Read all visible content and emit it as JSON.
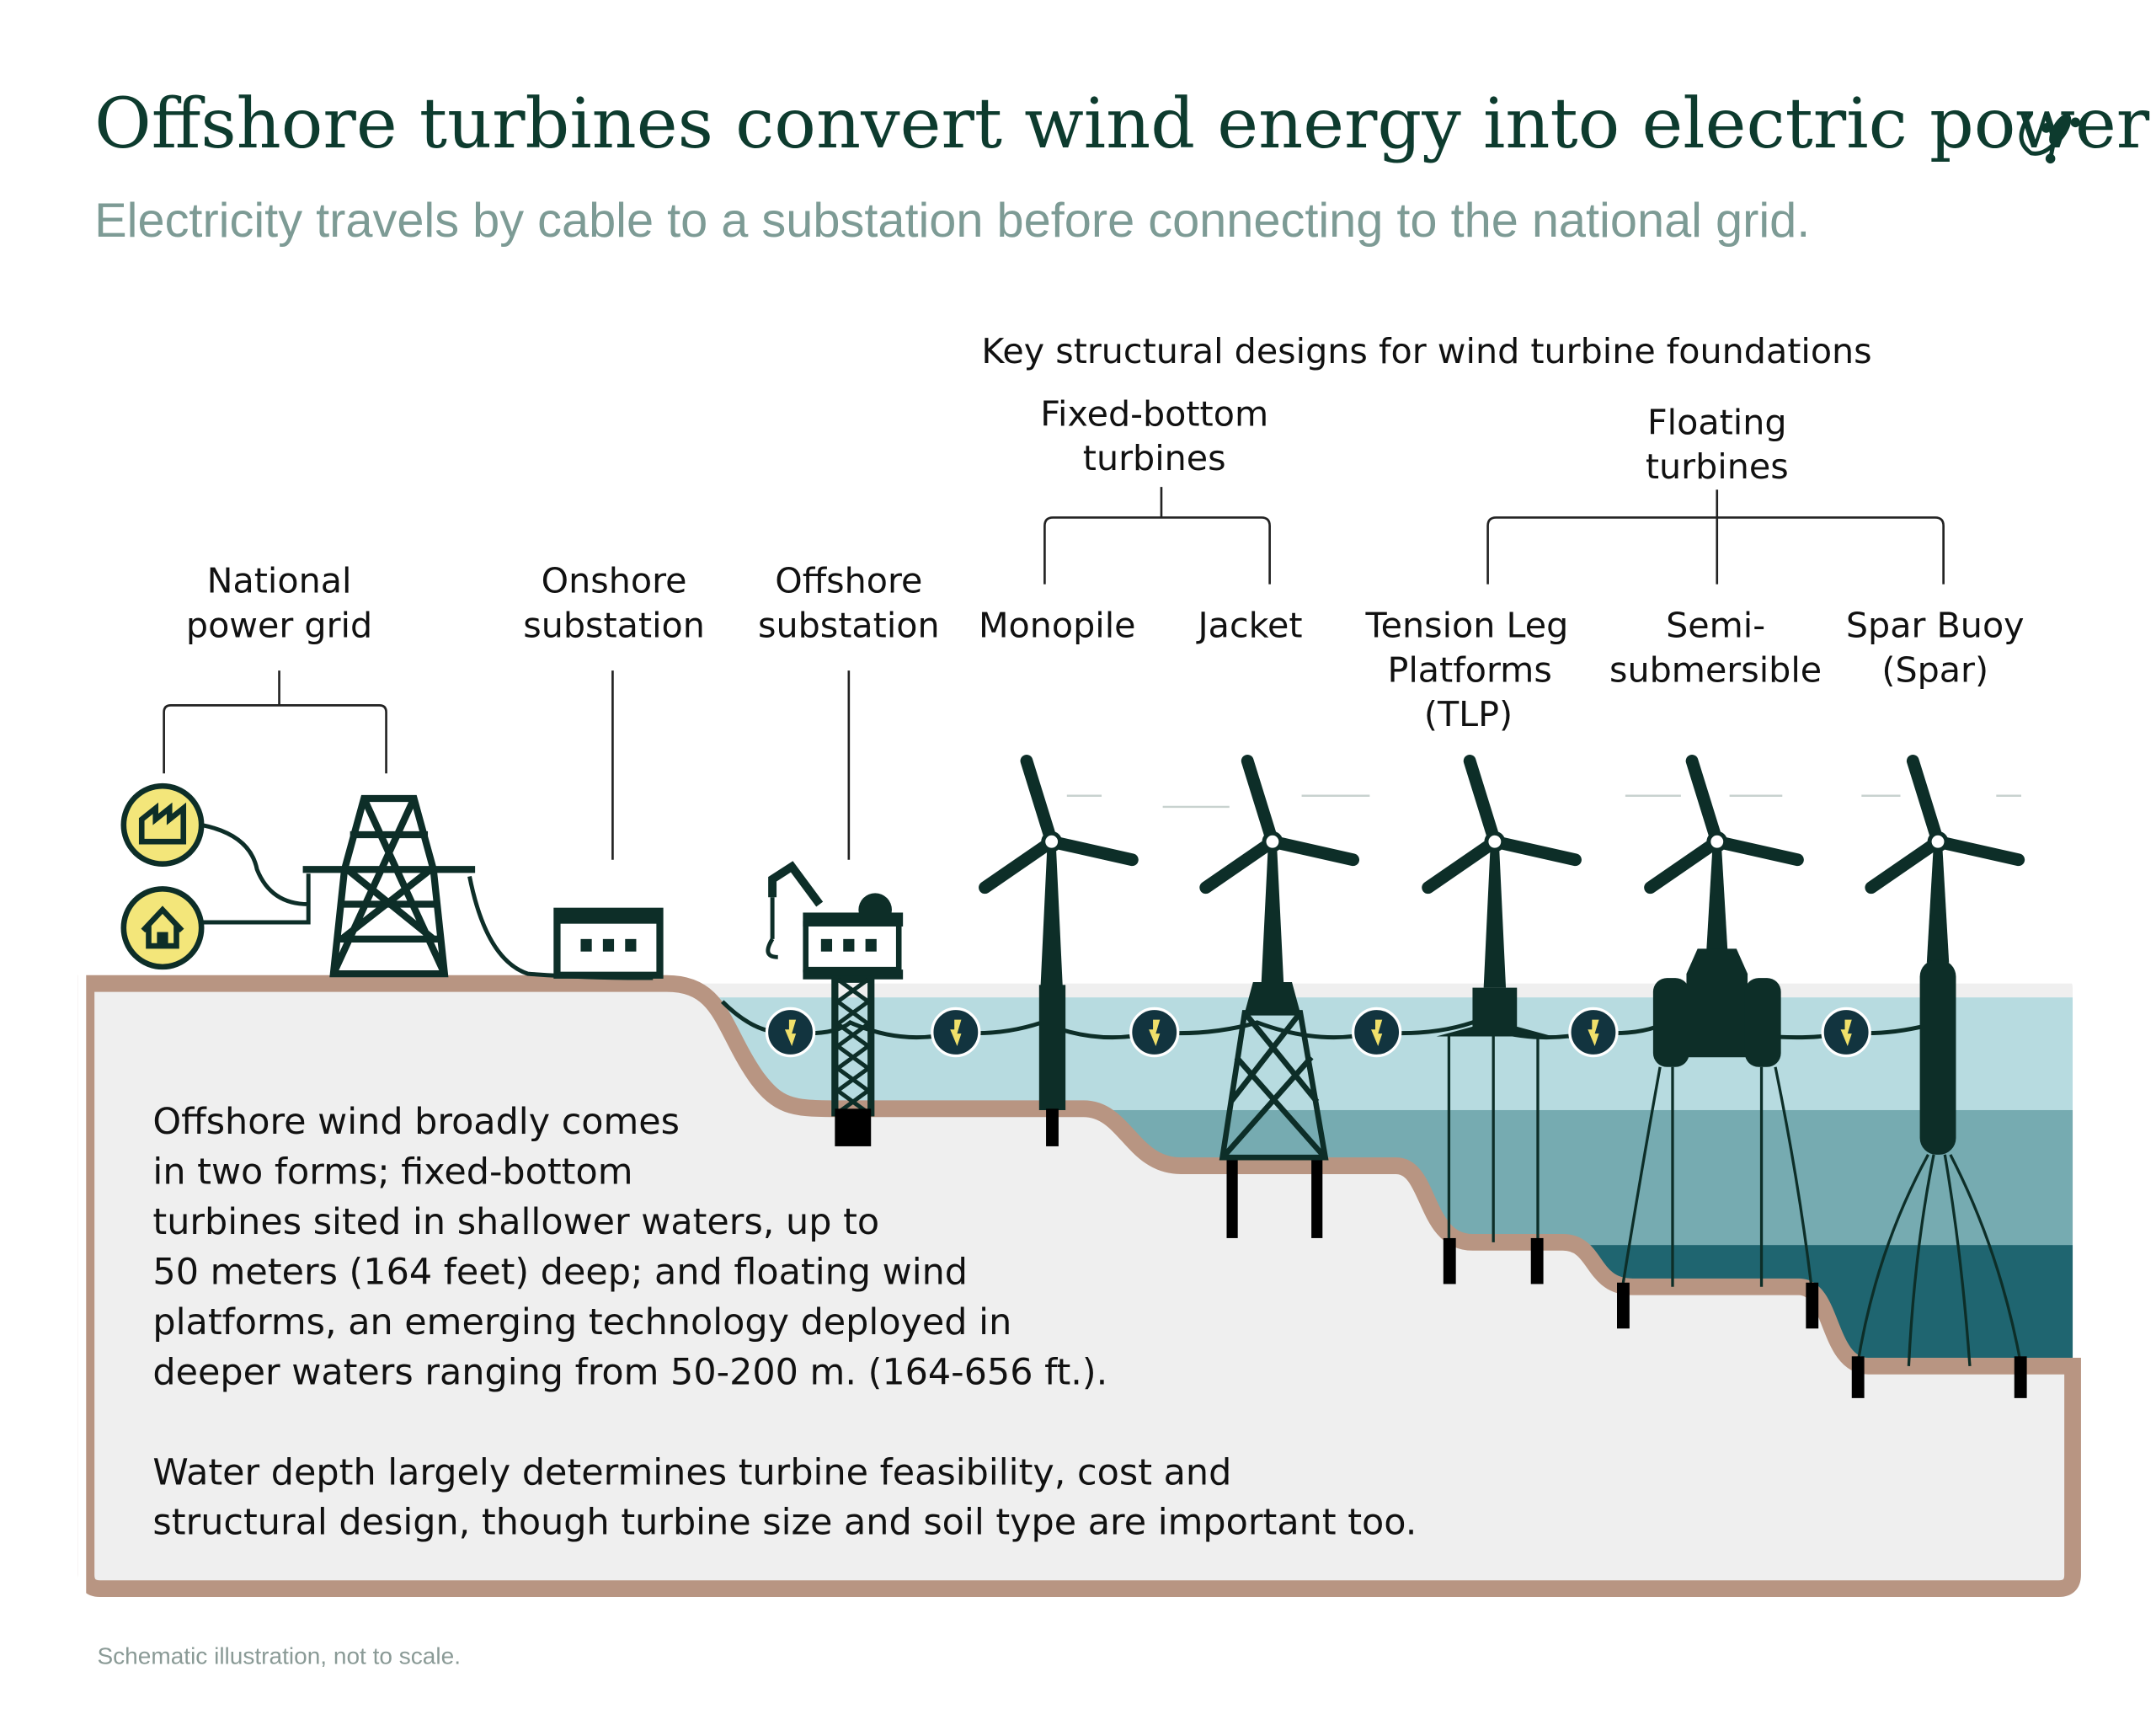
{
  "title": "Offshore turbines convert wind energy into electric power",
  "subtitle": "Electricity travels by cable to a substation before connecting to the national grid.",
  "key_heading": "Key structural designs for wind turbine foundations",
  "groups": {
    "fixed": [
      "Fixed-bottom",
      "turbines"
    ],
    "floating": [
      "Floating",
      "turbines"
    ]
  },
  "labels": {
    "grid": [
      "National",
      "power grid"
    ],
    "onshore": [
      "Onshore",
      "substation"
    ],
    "offshore": [
      "Offshore",
      "substation"
    ],
    "monopile": [
      "Monopile"
    ],
    "jacket": [
      "Jacket"
    ],
    "tlp": [
      "Tension Leg",
      "Platforms",
      "(TLP)"
    ],
    "semi": [
      "Semi-",
      "submersible"
    ],
    "spar": [
      "Spar Buoy",
      "(Spar)"
    ]
  },
  "paragraph1": [
    "Offshore wind broadly comes",
    "in two forms; fixed-bottom",
    "turbines sited in shallower waters, up to",
    "50 meters (164 feet) deep; and floating wind",
    "platforms, an emerging technology deployed in",
    "deeper waters ranging from 50-200 m. (164-656 ft.)."
  ],
  "paragraph2": [
    "Water depth largely determines turbine feasibility, cost and",
    "structural design, though turbine size and soil type are important too."
  ],
  "footnote": "Schematic illustration, not to scale.",
  "colors": {
    "dark": "#0d2e28",
    "ground": "#b89582",
    "water_light": "#b7dbe0",
    "water_mid": "#76abb1",
    "water_deep": "#1f6570",
    "panel": "#efefef",
    "bolt": "#f0e06a",
    "icon_yellow": "#f3e67a"
  }
}
